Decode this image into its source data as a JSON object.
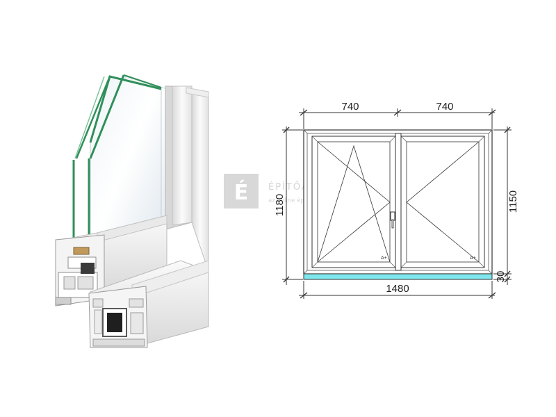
{
  "dimensions": {
    "top_left_width": "740",
    "top_right_width": "740",
    "bottom_total_width": "1480",
    "left_total_height": "1180",
    "right_window_height": "1150",
    "right_sill_height": "30"
  },
  "sash_marks": {
    "left": "A+",
    "right": "A+"
  },
  "watermark": {
    "logo_letter": "É",
    "site_name": "ÉPÍTŐANYAG.HU",
    "tagline": "az online építőanyag kereskedés"
  },
  "colors": {
    "sill_accent": "#7fe7ee",
    "frame_line": "#333333",
    "profile_white": "#f1f1f1",
    "glass_green": "#2f8f5a"
  }
}
